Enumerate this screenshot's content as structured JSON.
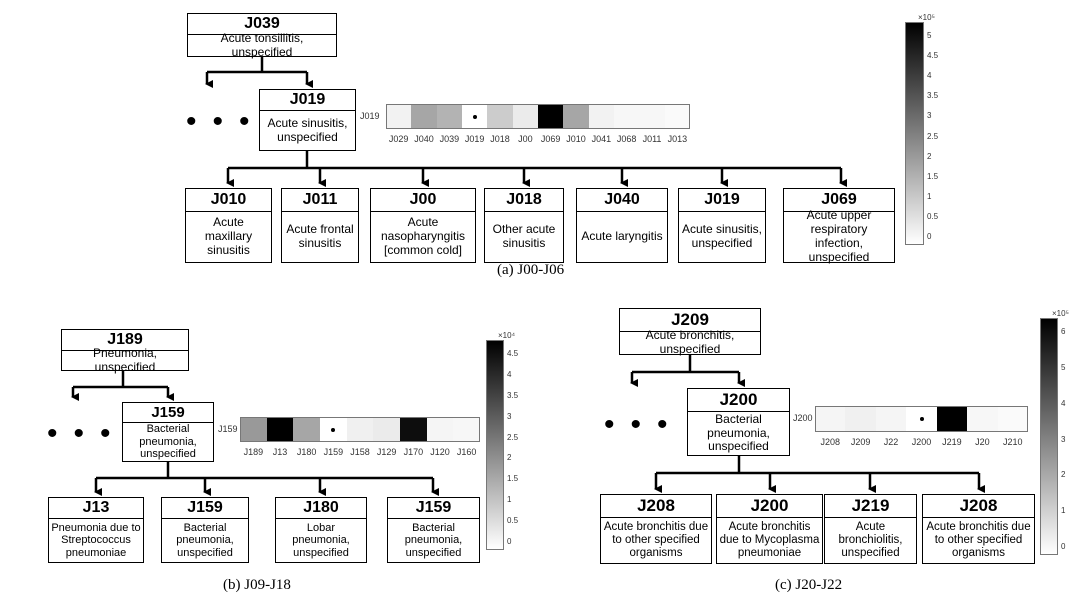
{
  "panel_a": {
    "caption": "(a) J00-J06",
    "parent": {
      "code": "J039",
      "desc": "Acute tonsillitis, unspecified"
    },
    "mid": {
      "code": "J019",
      "desc": "Acute sinusitis, unspecified"
    },
    "children": [
      {
        "code": "J010",
        "desc": "Acute maxillary sinusitis"
      },
      {
        "code": "J011",
        "desc": "Acute frontal sinusitis"
      },
      {
        "code": "J00",
        "desc": "Acute nasopharyngitis [common cold]"
      },
      {
        "code": "J018",
        "desc": "Other acute sinusitis"
      },
      {
        "code": "J040",
        "desc": "Acute laryngitis"
      },
      {
        "code": "J019",
        "desc": "Acute sinusitis, unspecified"
      },
      {
        "code": "J069",
        "desc": "Acute upper respiratory infection, unspecified"
      }
    ],
    "heatmap": {
      "row_label": "J019",
      "labels": [
        "J029",
        "J040",
        "J039",
        "J019",
        "J018",
        "J00",
        "J069",
        "J010",
        "J041",
        "J068",
        "J011",
        "J013"
      ],
      "intensity": [
        0.05,
        0.35,
        0.3,
        0.0,
        0.2,
        0.08,
        1.0,
        0.35,
        0.05,
        0.03,
        0.03,
        0.02
      ],
      "marked": 3
    },
    "colorbar": {
      "exponent": "×10⁵",
      "ticks": [
        "5",
        "4.5",
        "4",
        "3.5",
        "3",
        "2.5",
        "2",
        "1.5",
        "1",
        "0.5",
        "0"
      ]
    }
  },
  "panel_b": {
    "caption": "(b) J09-J18",
    "parent": {
      "code": "J189",
      "desc": "Pneumonia, unspecified"
    },
    "mid": {
      "code": "J159",
      "desc": "Bacterial pneumonia, unspecified"
    },
    "children": [
      {
        "code": "J13",
        "desc": "Pneumonia due to Streptococcus pneumoniae"
      },
      {
        "code": "J159",
        "desc": "Bacterial pneumonia, unspecified"
      },
      {
        "code": "J180",
        "desc": "Lobar pneumonia, unspecified"
      },
      {
        "code": "J159",
        "desc": "Bacterial pneumonia, unspecified"
      }
    ],
    "heatmap": {
      "row_label": "J159",
      "labels": [
        "J189",
        "J13",
        "J180",
        "J159",
        "J158",
        "J129",
        "J170",
        "J120",
        "J160"
      ],
      "intensity": [
        0.4,
        1.0,
        0.35,
        0.0,
        0.06,
        0.08,
        0.95,
        0.04,
        0.03
      ],
      "marked": 3
    },
    "colorbar": {
      "exponent": "×10⁴",
      "ticks": [
        "4.5",
        "4",
        "3.5",
        "3",
        "2.5",
        "2",
        "1.5",
        "1",
        "0.5",
        "0"
      ]
    }
  },
  "panel_c": {
    "caption": "(c) J20-J22",
    "parent": {
      "code": "J209",
      "desc": "Acute bronchitis, unspecified"
    },
    "mid": {
      "code": "J200",
      "desc": "Bacterial pneumonia, unspecified"
    },
    "children": [
      {
        "code": "J208",
        "desc": "Acute bronchitis due to other specified organisms"
      },
      {
        "code": "J200",
        "desc": "Acute bronchitis due to Mycoplasma pneumoniae"
      },
      {
        "code": "J219",
        "desc": "Acute bronchiolitis, unspecified"
      },
      {
        "code": "J208",
        "desc": "Acute bronchitis due to other specified organisms"
      }
    ],
    "heatmap": {
      "row_label": "J200",
      "labels": [
        "J208",
        "J209",
        "J22",
        "J200",
        "J219",
        "J20",
        "J210"
      ],
      "intensity": [
        0.04,
        0.06,
        0.04,
        0.0,
        1.0,
        0.03,
        0.02
      ],
      "marked": 3
    },
    "colorbar": {
      "exponent": "×10⁵",
      "ticks": [
        "6",
        "5",
        "4",
        "3",
        "2",
        "1",
        "0"
      ]
    }
  }
}
